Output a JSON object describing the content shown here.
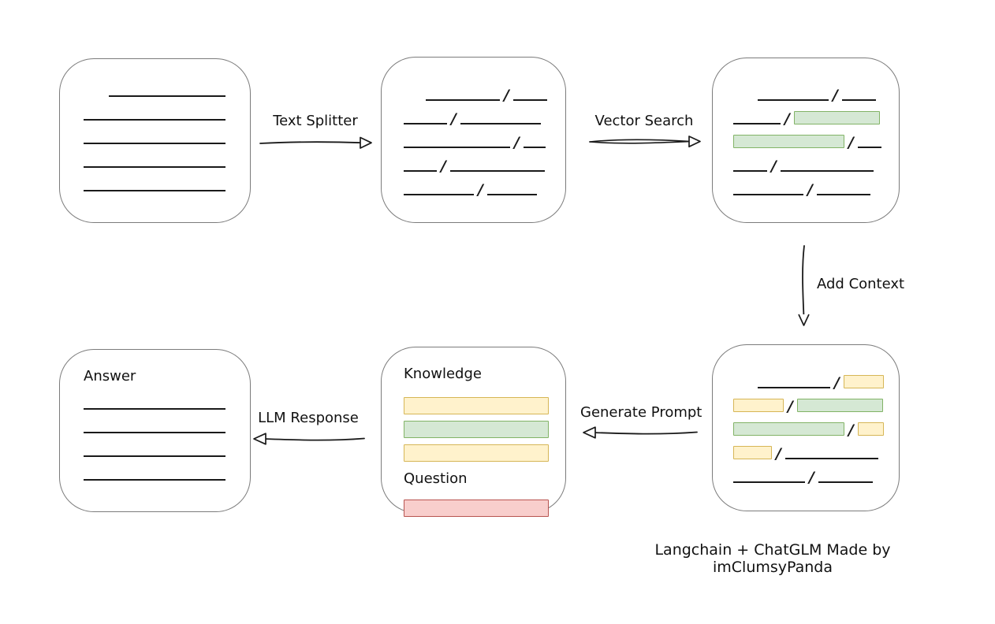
{
  "colors": {
    "ink": "#1a1a1a",
    "box_border": "#7b7b7b",
    "green_fill": "#d5e8d4",
    "green_border": "#82b366",
    "yellow_fill": "#fff2cc",
    "yellow_border": "#d6b656",
    "red_fill": "#f8cecc",
    "red_border": "#b85450"
  },
  "symbols": {
    "chunk_separator": "/"
  },
  "nodes": {
    "document": {
      "rows": [
        [
          [
            "indent",
            32
          ],
          [
            "line",
            148
          ]
        ],
        [
          [
            "line",
            180
          ]
        ],
        [
          [
            "line",
            180
          ]
        ],
        [
          [
            "line",
            180
          ]
        ],
        [
          [
            "line",
            180
          ]
        ]
      ]
    },
    "chunks": {
      "rows": [
        [
          [
            "indent",
            28
          ],
          [
            "line",
            94
          ],
          [
            "slash"
          ],
          [
            "line",
            43
          ]
        ],
        [
          [
            "line",
            55
          ],
          [
            "slash"
          ],
          [
            "line",
            102
          ]
        ],
        [
          [
            "line",
            135
          ],
          [
            "slash"
          ],
          [
            "line",
            28
          ]
        ],
        [
          [
            "line",
            42
          ],
          [
            "slash"
          ],
          [
            "line",
            120
          ]
        ],
        [
          [
            "line",
            89
          ],
          [
            "slash"
          ],
          [
            "line",
            63
          ]
        ]
      ]
    },
    "retrieved": {
      "rows": [
        [
          [
            "indent",
            31
          ],
          [
            "line",
            90
          ],
          [
            "slash"
          ],
          [
            "line",
            43
          ]
        ],
        [
          [
            "line",
            60
          ],
          [
            "slash"
          ],
          [
            "green",
            107
          ]
        ],
        [
          [
            "green",
            139
          ],
          [
            "slash"
          ],
          [
            "line",
            30
          ]
        ],
        [
          [
            "line",
            43
          ],
          [
            "slash"
          ],
          [
            "line",
            118
          ]
        ],
        [
          [
            "line",
            89
          ],
          [
            "slash"
          ],
          [
            "line",
            68
          ]
        ]
      ]
    },
    "context": {
      "rows": [
        [
          [
            "indent",
            31
          ],
          [
            "line",
            92
          ],
          [
            "slash"
          ],
          [
            "yellow",
            49
          ]
        ],
        [
          [
            "yellow",
            62
          ],
          [
            "slash"
          ],
          [
            "green",
            107
          ]
        ],
        [
          [
            "green",
            139
          ],
          [
            "slash"
          ],
          [
            "yellow",
            31
          ]
        ],
        [
          [
            "yellow",
            47
          ],
          [
            "slash"
          ],
          [
            "line",
            118
          ]
        ],
        [
          [
            "line",
            91
          ],
          [
            "slash"
          ],
          [
            "line",
            69
          ]
        ]
      ]
    },
    "prompt": {
      "knowledge_label": "Knowledge",
      "question_label": "Question",
      "knowledge_bars": [
        "yellow",
        "green",
        "yellow"
      ],
      "question_bars": [
        "red"
      ]
    },
    "answer": {
      "label": "Answer",
      "line_count": 4,
      "line_width": 180
    }
  },
  "arrows": {
    "text_splitter": {
      "label": "Text Splitter",
      "direction": "right"
    },
    "vector_search": {
      "label": "Vector Search",
      "direction": "right"
    },
    "add_context": {
      "label": "Add Context",
      "direction": "down"
    },
    "generate_prompt": {
      "label": "Generate Prompt",
      "direction": "left"
    },
    "llm_response": {
      "label": "LLM Response",
      "direction": "left"
    }
  },
  "caption": "Langchain + ChatGLM Made by imClumsyPanda"
}
